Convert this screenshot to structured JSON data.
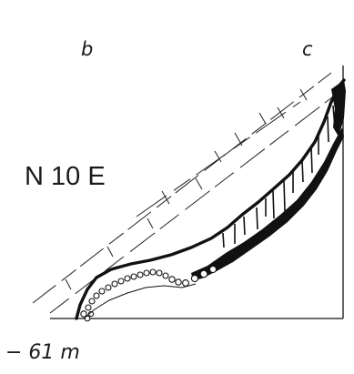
{
  "labels": {
    "left_marker": "b",
    "right_marker": "c",
    "orientation": "N 10 E",
    "depth": "− 61 m"
  },
  "colors": {
    "ink": "#111111",
    "background": "#ffffff"
  }
}
